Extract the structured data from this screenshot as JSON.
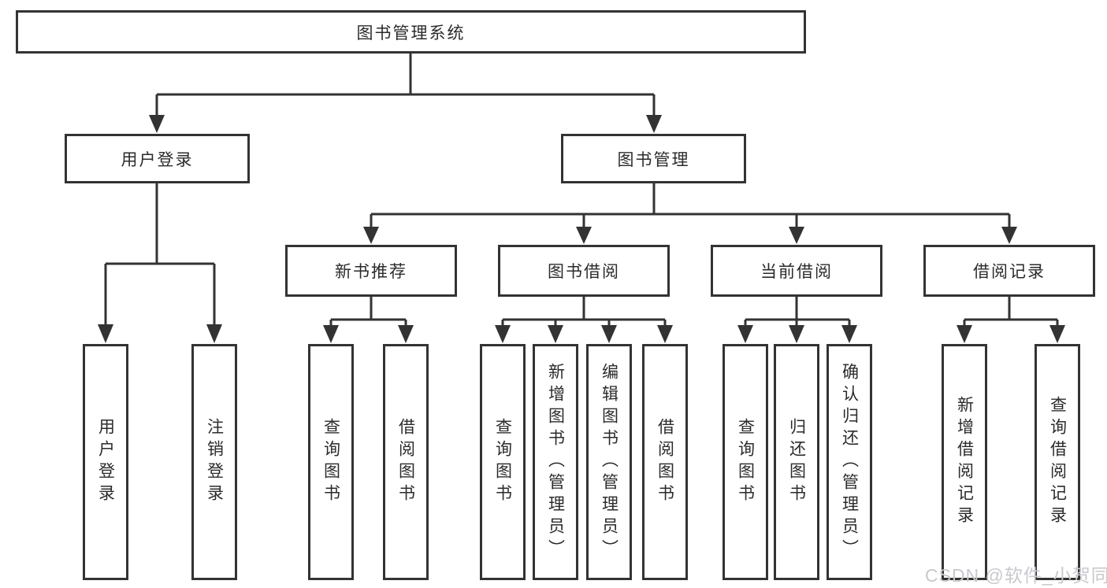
{
  "title": "图书管理系统",
  "level2": [
    {
      "label": "用户登录"
    },
    {
      "label": "图书管理"
    }
  ],
  "level3": [
    {
      "label": "新书推荐"
    },
    {
      "label": "图书借阅"
    },
    {
      "label": "当前借阅"
    },
    {
      "label": "借阅记录"
    }
  ],
  "leaves": {
    "user": [
      "用户登录",
      "注销登录"
    ],
    "recommend": [
      "查询图书",
      "借阅图书"
    ],
    "borrow": [
      "查询图书",
      "新增图书（管理员）",
      "编辑图书（管理员）",
      "借阅图书"
    ],
    "current": [
      "查询图书",
      "归还图书",
      "确认归还（管理员）"
    ],
    "records": [
      "新增借阅记录",
      "查询借阅记录"
    ]
  },
  "watermark": "CSDN @软件_小贺同学",
  "colors": {
    "line": "#333333",
    "text": "#2b2b2b",
    "watermark": "#c6c9ce",
    "background": "#ffffff"
  }
}
